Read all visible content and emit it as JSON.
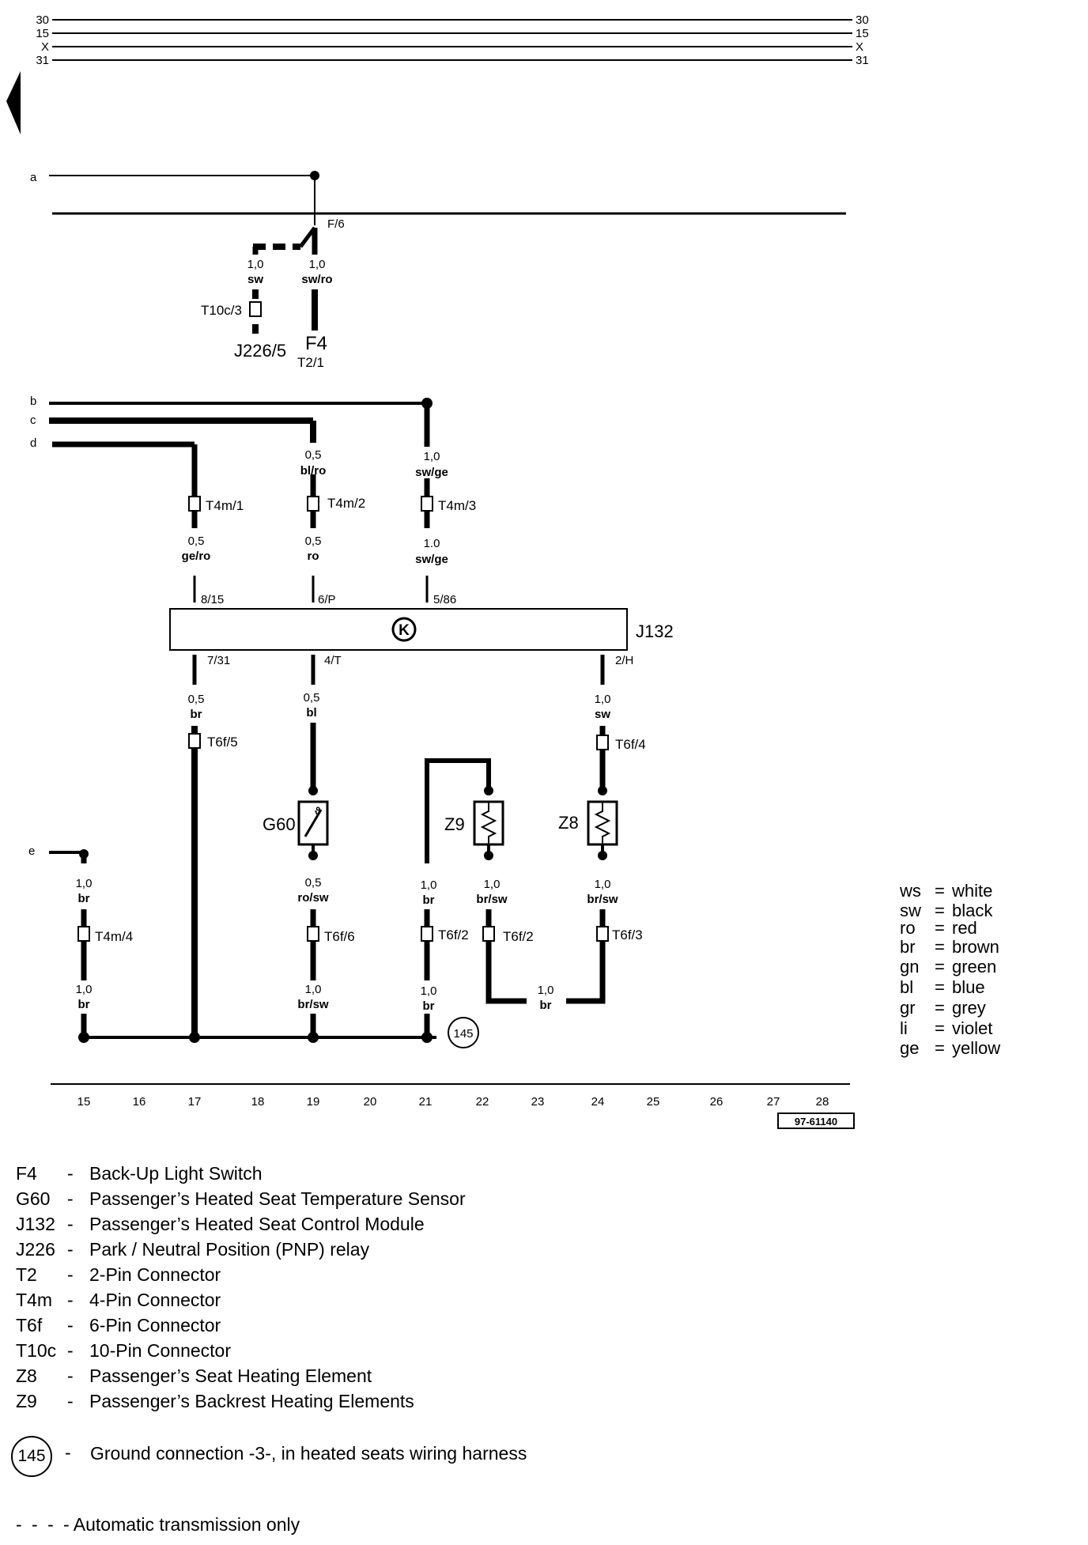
{
  "rails": {
    "left": [
      "30",
      "15",
      "X",
      "31"
    ],
    "right": [
      "30",
      "15",
      "X",
      "31"
    ]
  },
  "bus_letters": [
    "a",
    "b",
    "c",
    "d",
    "e"
  ],
  "top_section": {
    "f6": "F/6",
    "w1_gauge": "1,0",
    "w1_color": "sw",
    "w2_gauge": "1,0",
    "w2_color": "sw/ro",
    "t10c": "T10c/3",
    "j226": "J226/5",
    "f4": "F4",
    "t2": "T2/1"
  },
  "upper_wires": [
    {
      "gauge_top": "",
      "color_top": "",
      "conn": "T4m/1",
      "gauge": "0,5",
      "color": "ge/ro",
      "pin": "8/15"
    },
    {
      "gauge_top": "0,5",
      "color_top": "bl/ro",
      "conn": "T4m/2",
      "gauge": "0,5",
      "color": "ro",
      "pin": "6/P"
    },
    {
      "gauge_top": "1,0",
      "color_top": "sw/ge",
      "conn": "T4m/3",
      "gauge": "1.0",
      "color": "sw/ge",
      "pin": "5/86"
    }
  ],
  "module": {
    "symbol": "K",
    "label": "J132"
  },
  "lower_pins": [
    "7/31",
    "4/T",
    "2/H"
  ],
  "lower_top": [
    {
      "gauge": "0,5",
      "color": "br",
      "conn": "T6f/5"
    },
    {
      "gauge": "0,5",
      "color": "bl"
    },
    {
      "gauge": "1,0",
      "color": "sw",
      "conn": "T6f/4"
    }
  ],
  "components": {
    "g60": "G60",
    "z9": "Z9",
    "z8": "Z8"
  },
  "bottom_wires": [
    {
      "gauge": "1,0",
      "color": "br",
      "conn": "T4m/4",
      "gauge2": "1,0",
      "color2": "br"
    },
    {
      "gauge": "0,5",
      "color": "ro/sw",
      "conn": "T6f/6",
      "gauge2": "1,0",
      "color2": "br/sw"
    },
    {
      "gauge": "1,0",
      "color": "br",
      "conn": "T6f/2",
      "gauge2": "1,0",
      "color2": "br"
    },
    {
      "gauge": "1,0",
      "color": "br/sw",
      "conn": "T6f/2"
    },
    {
      "gauge": "1,0",
      "color": "br/sw",
      "conn": "T6f/3"
    }
  ],
  "bridge": {
    "gauge": "1,0",
    "color": "br"
  },
  "ground_label": "145",
  "ruler": [
    "15",
    "16",
    "17",
    "18",
    "19",
    "20",
    "21",
    "22",
    "23",
    "24",
    "25",
    "26",
    "27",
    "28"
  ],
  "diagram_id": "97-61140",
  "color_codes": [
    {
      "code": "ws",
      "name": "white"
    },
    {
      "code": "sw",
      "name": "black"
    },
    {
      "code": "ro",
      "name": "red"
    },
    {
      "code": "br",
      "name": "brown"
    },
    {
      "code": "gn",
      "name": "green"
    },
    {
      "code": "bl",
      "name": "blue"
    },
    {
      "code": "gr",
      "name": "grey"
    },
    {
      "code": "li",
      "name": "violet"
    },
    {
      "code": "ge",
      "name": "yellow"
    }
  ],
  "legend": [
    {
      "code": "F4",
      "desc": "Back-Up Light Switch"
    },
    {
      "code": "G60",
      "desc": "Passenger’s Heated Seat Temperature Sensor"
    },
    {
      "code": "J132",
      "desc": "Passenger’s Heated Seat Control Module"
    },
    {
      "code": "J226",
      "desc": "Park / Neutral Position (PNP) relay"
    },
    {
      "code": "T2",
      "desc": "2-Pin Connector"
    },
    {
      "code": "T4m",
      "desc": "4-Pin Connector"
    },
    {
      "code": "T6f",
      "desc": "6-Pin Connector"
    },
    {
      "code": "T10c",
      "desc": "10-Pin Connector"
    },
    {
      "code": "Z8",
      "desc": "Passenger’s Seat Heating Element"
    },
    {
      "code": "Z9",
      "desc": "Passenger’s Backrest Heating Elements"
    }
  ],
  "legend_dash": "-",
  "ground_note": {
    "label": "145",
    "desc": "Ground connection -3-, in heated seats wiring harness"
  },
  "auto_note": {
    "dashes": "- - -",
    "desc": "- Automatic transmission only"
  }
}
